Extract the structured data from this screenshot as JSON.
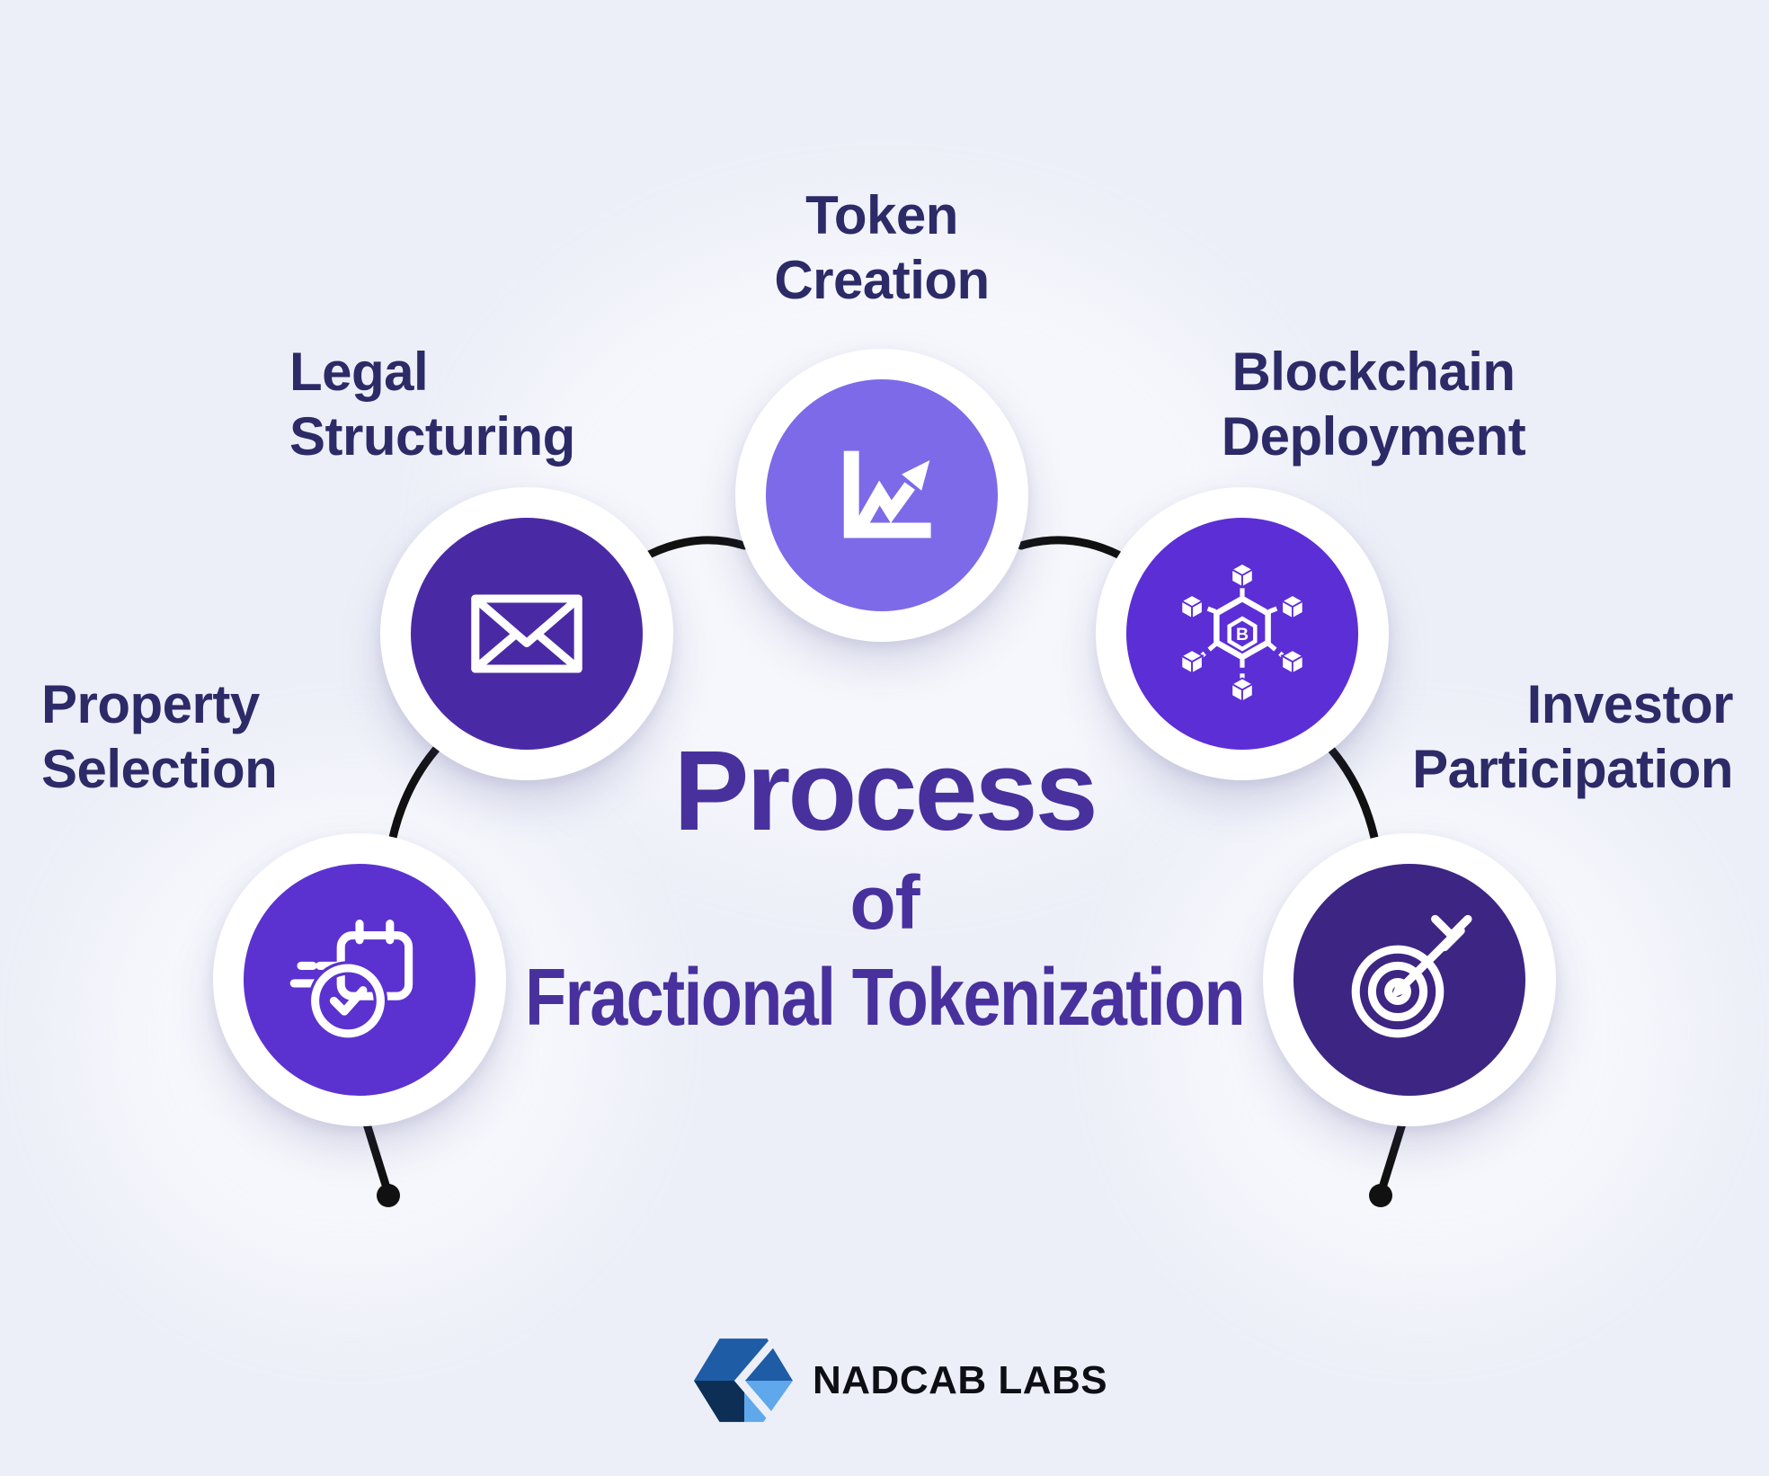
{
  "background_color": "#edeff8",
  "label_color": "#2d2a68",
  "connector_color": "#111111",
  "title": {
    "line1": "Process",
    "line2": "of",
    "line3": "Fractional Tokenization",
    "color": "#48319d"
  },
  "steps": [
    {
      "id": "property-selection",
      "label": "Property\nSelection",
      "icon": "calendar-check-icon",
      "circle_color": "#5b32d0"
    },
    {
      "id": "legal-structuring",
      "label": "Legal\nStructuring",
      "icon": "envelope-icon",
      "circle_color": "#4a2aa4"
    },
    {
      "id": "token-creation",
      "label": "Token\nCreation",
      "icon": "growth-chart-icon",
      "circle_color": "#7c6ae8"
    },
    {
      "id": "blockchain-deployment",
      "label": "Blockchain\nDeployment",
      "icon": "blockchain-network-icon",
      "icon_glyph": "B",
      "circle_color": "#5c2ed6"
    },
    {
      "id": "investor-participation",
      "label": "Investor\nParticipation",
      "icon": "target-arrow-icon",
      "circle_color": "#3d2583"
    }
  ],
  "logo": {
    "text": "NADCAB LABS",
    "colors": {
      "top": "#1e5ca6",
      "dark": "#0d2f56",
      "light": "#5fa8eb"
    }
  }
}
